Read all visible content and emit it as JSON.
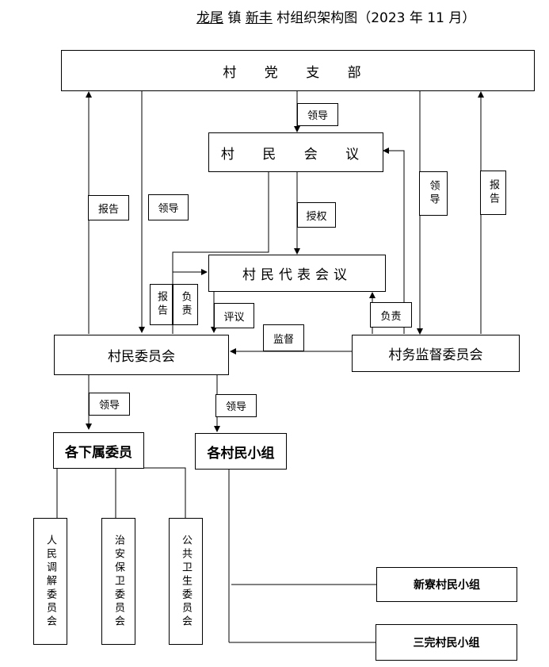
{
  "title": {
    "town": "龙尾",
    "town_suffix": "镇",
    "village": "新丰",
    "rest": "村组织架构图（2023 年 11 月）"
  },
  "nodes": {
    "party_branch": "村 党 支 部",
    "villagers_meeting": "村 民 会 议",
    "representatives_meeting": "村民代表会议",
    "village_committee": "村民委员会",
    "supervision_committee": "村务监督委员会",
    "sub_committees": "各下属委员",
    "villager_groups": "各村民小组",
    "mediation_committee": "人民调解委员会",
    "security_committee": "治安保卫委员会",
    "health_committee": "公共卫生委员会",
    "group_xinliao": "新寮村民小组",
    "group_sanwan": "三完村民小组"
  },
  "labels": {
    "lead_1": "领导",
    "report_left": "报告",
    "lead_left": "领导",
    "authorize": "授权",
    "lead_right": "领导",
    "report_right": "报告",
    "report_small": "报告",
    "responsible_small": "负责",
    "review": "评议",
    "responsible_right": "负责",
    "supervise": "监督",
    "lead_sub": "领导",
    "lead_groups": "领导"
  }
}
